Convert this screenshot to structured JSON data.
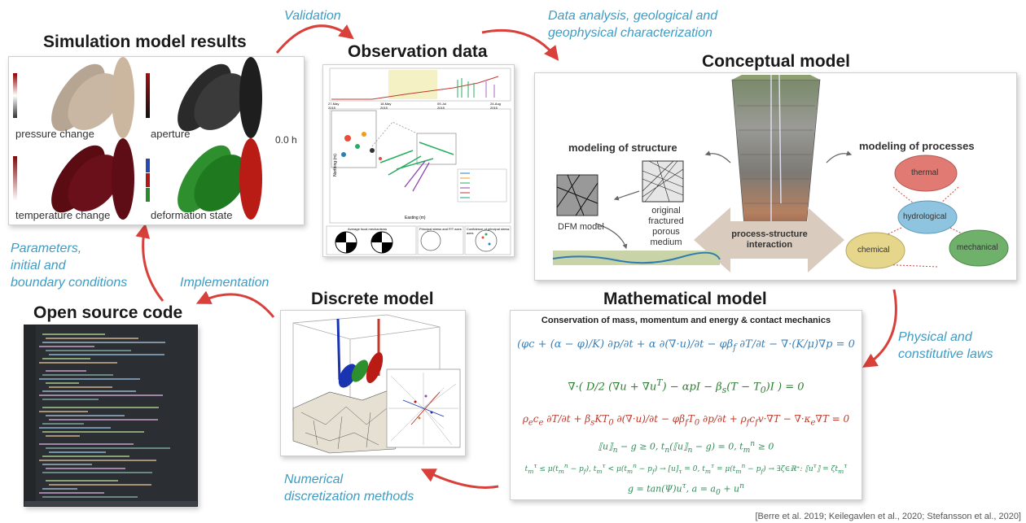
{
  "titles": {
    "simulation": "Simulation model results",
    "observation": "Observation data",
    "conceptual": "Conceptual model",
    "mathematical": "Mathematical model",
    "discrete": "Discrete model",
    "opensource": "Open source code"
  },
  "flows": {
    "validation": "Validation",
    "data_analysis": [
      "Data analysis, geological and",
      "geophysical characterization"
    ],
    "physical": [
      "Physical and",
      "constitutive laws"
    ],
    "numerical": [
      "Numerical",
      "discretization methods"
    ],
    "implementation": "Implementation",
    "parameters": [
      "Parameters,",
      "initial and",
      "boundary conditions"
    ]
  },
  "simulation": {
    "labels": [
      "pressure change",
      "aperture",
      "temperature change",
      "deformation state"
    ],
    "time": "0.0 h"
  },
  "conceptual": {
    "structure": "modeling of structure",
    "processes": "modeling of processes",
    "dfm": "DFM model",
    "porous": [
      "original fractured",
      "porous medium"
    ],
    "interaction": [
      "process-structure",
      "interaction"
    ],
    "nodes": {
      "thermal": "thermal",
      "hydrological": "hydrological",
      "chemical": "chemical",
      "mechanical": "mechanical"
    }
  },
  "mathematical": {
    "heading": "Conservation of mass, momentum and energy & contact mechanics"
  },
  "observation": {
    "dates": [
      "27-May 2015",
      "18-May 2015",
      "09-Jul 2015",
      "24-Aug 2015"
    ],
    "xlabel": "Easting (m)",
    "ylabel": "Northing (m)",
    "subpanels": [
      "Average focal mechanisms",
      "Principal stress and P/T axes",
      "Confidence of principal stress axes"
    ]
  },
  "citation": "[Berre et al. 2019; Keilegavlen et al., 2020; Stefansson et al., 2020]",
  "colors": {
    "flow_text": "#3d9cc4",
    "arrow": "#d9403a",
    "thermal": "#e07a72",
    "hydrological": "#8ec4e0",
    "chemical": "#e6d68c",
    "mechanical": "#6fb06b"
  }
}
